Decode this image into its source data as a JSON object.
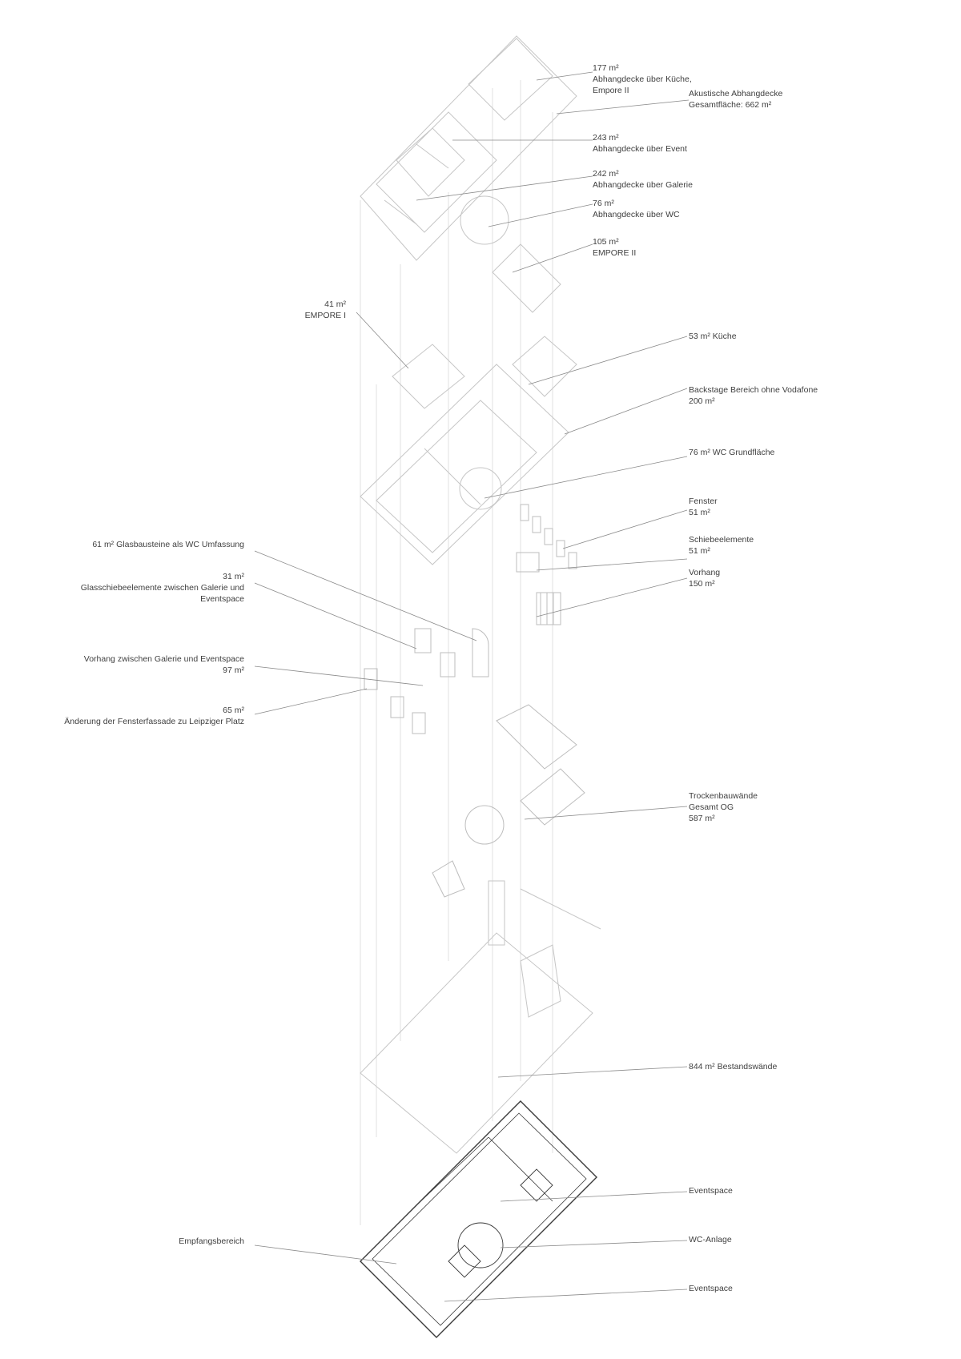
{
  "labels": {
    "kueche_empore_decke": {
      "area": "177 m²",
      "l1": "Abhangdecke über Küche,",
      "l2": "Empore II"
    },
    "akustik": {
      "l1": "Akustische Abhangdecke",
      "l2": "Gesamtfläche: 662 m²"
    },
    "event_decke": {
      "area": "243 m²",
      "l1": "Abhangdecke über Event"
    },
    "galerie_decke": {
      "area": "242 m²",
      "l1": "Abhangdecke über Galerie"
    },
    "wc_decke": {
      "area": "76 m²",
      "l1": "Abhangdecke über WC"
    },
    "empore2": {
      "area": "105 m²",
      "l1": "EMPORE II"
    },
    "empore1": {
      "area": "41 m²",
      "l1": "EMPORE I"
    },
    "kueche": {
      "l1": "53 m² Küche"
    },
    "backstage": {
      "l1": "Backstage Bereich ohne Vodafone",
      "l2": "200 m²"
    },
    "wc_grund": {
      "l1": "76 m² WC Grundfläche"
    },
    "fenster": {
      "l1": "Fenster",
      "l2": "51 m²"
    },
    "schiebe": {
      "l1": "Schiebeelemente",
      "l2": "51 m²"
    },
    "vorhang": {
      "l1": "Vorhang",
      "l2": "150 m²"
    },
    "glasbau": {
      "l1": "61 m² Glasbausteine als WC Umfassung"
    },
    "glasschiebe": {
      "area": "31 m²",
      "l1": "Glasschiebeelemente zwischen Galerie und",
      "l2": "Eventspace"
    },
    "vorhang_galerie": {
      "l1": "Vorhang zwischen Galerie und Eventspace",
      "l2": "97 m²"
    },
    "fassade": {
      "area": "65 m²",
      "l1": "Änderung der Fensterfassade zu Leipziger Platz"
    },
    "trockenbau": {
      "l1": "Trockenbauwände",
      "l2": "Gesamt OG",
      "l3": "587 m²"
    },
    "bestand": {
      "l1": "844 m² Bestandswände"
    },
    "eventspace1": {
      "l1": "Eventspace"
    },
    "wc_anlage": {
      "l1": "WC-Anlage"
    },
    "eventspace2": {
      "l1": "Eventspace"
    },
    "empfang": {
      "l1": "Empfangsbereich"
    }
  },
  "colors": {
    "line": "#8a8a8a",
    "faint": "#c9c9c9",
    "dark": "#2a2a2a"
  }
}
